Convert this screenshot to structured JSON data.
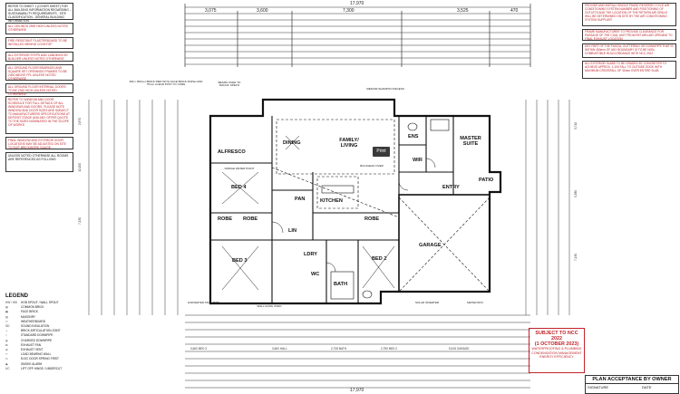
{
  "notes_left": [
    "REFER TO SHEET 1 (COVER SHEET) FOR ALL BUILDING INFORMATION REGARDING - SUSTAINABILITY REQUIREMENTS - SITE CLASSIFICATION - GENERAL BUILDING INFORMATION",
    "ALL CEILINGS 2590 HIGH UNLESS NOTED OTHERWISE",
    "FIRE RESISTANT PLASTERBOARD TO BE INSTALLED BEHIND COOKTOP",
    "ALL EXTERIOR STEPS AND LANDINGS BY BUILDER UNLESS NOTED OTHERWISE",
    "ALL GROUND FLOOR BEARINGS AND SQUARE SET OPENINGS FRAMES TO BE 2400 ABOVE FFL UNLESS NOTED OTHERWISE",
    "ALL GROUND FLOOR INTERNAL DOORS TO BE 2340 HIGH UNLESS NOTED OTHERWISE",
    "REFER TO WINDOW AND DOOR SCHEDULE FOR FULL DETAILS OF ALL WINDOWS AND DOORS. PLEASE NOTE WINDOW AND DOOR SIZES ARE SUBJECT TO MANUFACTURERS SPECIFICATIONS AT DEPOSIT STAGE AND ANY OFFER QUOTE TO THE SIZES NOMINATED IN THE SCOPE OF WORKS",
    "FINAL WINDOW AND EXTERIOR DOOR LOCATIONS MAY BE ADJUSTED ON SITE TO SUIT BRICKWORK GAUGE",
    "UNLESS NOTED OTHERWISE ALL ROOMS ARE REFERENCED AS FOLLOWS"
  ],
  "legend_title": "LEGEND",
  "legend_items": [
    {
      "sym": "HW / WS",
      "label": "HOB SPOUT / WALL SPOUT"
    },
    {
      "sym": "▨",
      "label": "COMMON BRICK"
    },
    {
      "sym": "▦",
      "label": "FACE BRICK"
    },
    {
      "sym": "▥",
      "label": "MASONRY"
    },
    {
      "sym": "▭",
      "label": "WEATHERBOARD"
    },
    {
      "sym": "SD",
      "label": "SOUND INSULATION"
    },
    {
      "sym": "⊥",
      "label": "BRICK ARTICULATION JOINT"
    },
    {
      "sym": "○",
      "label": "STANDARD DOWNPIPE"
    },
    {
      "sym": "◍",
      "label": "CHARGED DOWNPIPE"
    },
    {
      "sym": "⊠",
      "label": "EXHAUST FAN"
    },
    {
      "sym": "⊞",
      "label": "EXHAUST VENT"
    },
    {
      "sym": "═",
      "label": "LOAD BEARING WALL"
    },
    {
      "sym": "⊡",
      "label": "ELEC DOOR SPRING FIRST"
    },
    {
      "sym": "◉",
      "label": "SMOKE ALARM"
    },
    {
      "sym": "UC",
      "label": "LIFT OFF HINGE / UNDERCUT"
    }
  ],
  "notes_right": [
    "PROVIDE AND INSTALL SINGLE PHASE REVERSE CYCLE AIR CONDITIONING SYSTEM NUMBER AND POSITIONING OF OUTLETS AND THE LOCATION OF THE RETURN AIR GRILLE WILL BE DETERMINED ON SITE BY THE AIR CONDITIONING SYSTEM SUPPLIER",
    "FRAME MANUFACTURER TO PROVIDE CLEARANCE FOR PASSAGE OF THE COAL UNIT FROM RETURN AIR OPENING TO FINAL EXHAUST LOCATION",
    "ANY PART OF THE FASCIA, GUTTERING OR DOWNPIPE THAT IS WITHIN 450mm OF ANY BOUNDARY IS TO BE NON-COMBUSTIBLE IN ACCORDANCE WITH NCC 2022",
    "ALL EXTERIOR SLABS TO BE GRADED BY CONCRETER TO ACHIEVE APPROX. 1:100 FALL TO OUTSIDE EDGE WITH MAXIMUM CROSSFALL OF 30mm OVER ENTIRE SLAB"
  ],
  "dims_top": {
    "overall": "17,970",
    "row1": [
      "3,075",
      "3,600",
      "7,300",
      "3,525",
      "470"
    ]
  },
  "rooms": {
    "alfresco": "ALFRESCO",
    "dining": "DINING",
    "family": "FAMILY/ LIVING",
    "ens": "ENS",
    "master": "MASTER SUITE",
    "wir": "WIR",
    "entry": "ENTRY",
    "patio": "PATIO",
    "bed4": "BED 4",
    "bed3": "BED 3",
    "bed2": "BED 2",
    "kitchen": "KITCHEN",
    "pantry": "PAN",
    "robe1": "ROBE",
    "robe2": "ROBE",
    "robe3": "ROBE",
    "lin": "LIN",
    "bath": "BATH",
    "wc": "WC",
    "ldry": "LDRY",
    "garage": "GARAGE"
  },
  "annotations": {
    "brick_pier": "350 x 350mm BRICK PIER WITH FACE BRICK FINISH AND 75mm CLEAR POST TO CORE",
    "beams": "BEAMS OVER TO MANUF. SPECS",
    "fridge": "FRIDGE WATER POINT",
    "bulkhead": "BULKHEAD OVER",
    "medium_recess": "MEDIUM SHAMPOO RECESS",
    "small_recess": "SMALL SHAMPOO RECESS",
    "rainwater": "RAINWATER TANK 2500L",
    "solar": "SOLAR INVERTER",
    "meter": "METER BOX",
    "frame_support": "PROVIDE ADDITIONAL FRAME SUPPORT FOR WALL HUNG OVEN"
  },
  "print_label": "Print",
  "stamp": {
    "title": "SUBJECT TO NCC 2022",
    "date": "(1 OCTOBER 2023)",
    "line1": "WATERPROOFING & PLUMBING",
    "line2": "CONDENSATION MANAGEMENT",
    "line3": "ENERGY EFFICIENCY"
  },
  "acceptance": {
    "title": "PLAN ACCEPTANCE BY OWNER",
    "signature": "SIGNATURE",
    "date": "DATE"
  },
  "dims_bottom": {
    "overall": "17,970",
    "row": [
      "3,600 BED 3",
      "3,600 HALL",
      "2,735 BATH",
      "2,750 BED 2",
      "5,515 GARAGE"
    ]
  },
  "dims_left": [
    "7,130",
    "12,200",
    "2,870"
  ],
  "dims_right": [
    "3,710",
    "5,380",
    "7,130"
  ]
}
